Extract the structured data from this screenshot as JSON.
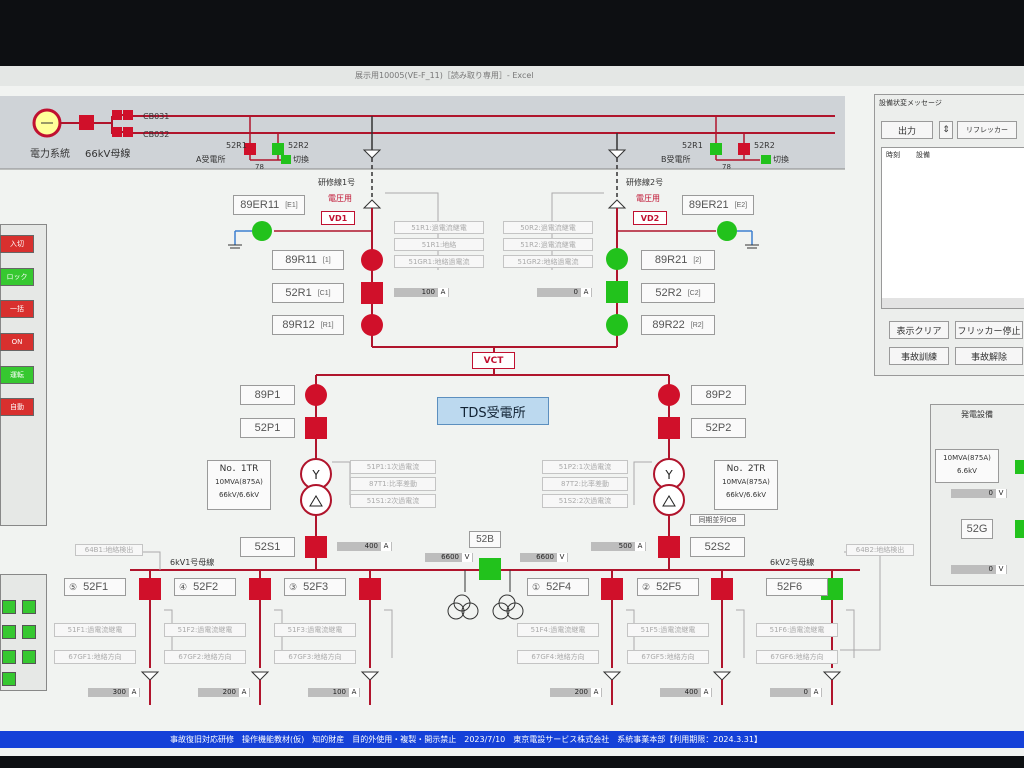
{
  "window": {
    "title": "展示用10005(VE-F_11)［読み取り専用］- Excel"
  },
  "top": {
    "power_system": "電力系統",
    "bus_66kv": "66kV母線",
    "cb031": "CB031",
    "cb032": "CB032",
    "a_sub": "A受電所",
    "b_sub": "B受電所",
    "r1a": "52R1",
    "r2a": "52R2",
    "r1b": "52R1",
    "r2b": "52R2",
    "kiri": "切換",
    "a_val": "78",
    "b_val": "78"
  },
  "lines": {
    "line1": "研修線1号",
    "line2": "研修線2号",
    "vt": "電圧用",
    "vd1": "VD1",
    "vd2": "VD2"
  },
  "left_feed": {
    "er11": "89ER11",
    "er11_tag": "[E1]",
    "r11": "89R11",
    "r11_tag": "[1]",
    "r1": "52R1",
    "r1_tag": "[C1]",
    "r12": "89R12",
    "r12_tag": "[R1]",
    "meter": "100",
    "unit": "A",
    "relays": [
      "51R1:過電流継電",
      "51R1:地絡",
      "51GR1:地絡過電流"
    ]
  },
  "right_feed": {
    "er21": "89ER21",
    "er21_tag": "[E2]",
    "r21": "89R21",
    "r21_tag": "[2]",
    "r2": "52R2",
    "r2_tag": "[C2]",
    "r22": "89R22",
    "r22_tag": "[R2]",
    "meter": "0",
    "unit": "A",
    "relays": [
      "50R2:過電流継電",
      "51R2:過電流継電",
      "51GR2:地絡過電流"
    ]
  },
  "vct": "VCT",
  "tds": "TDS受電所",
  "tr1": {
    "p1": "89P1",
    "p52": "52P1",
    "name": "No．1TR",
    "cap": "10MVA(875A)",
    "volt": "66kV/6.6kV",
    "relays": [
      "51P1:1次過電流",
      "87T1:比率差動",
      "51S1:2次過電流"
    ],
    "s1": "52S1",
    "meter": "400",
    "unit": "A"
  },
  "tr2": {
    "p2": "89P2",
    "p52": "52P2",
    "name": "No．2TR",
    "cap": "10MVA(875A)",
    "volt": "66kV/6.6kV",
    "relays": [
      "51P2:1次過電流",
      "87T2:比率差動",
      "51S2:2次過電流"
    ],
    "s2": "52S2",
    "meter": "500",
    "unit": "A",
    "sync": "同期並列OB"
  },
  "bus": {
    "b1": "6kV1号母線",
    "b2": "6kV2号母線",
    "b52": "52B",
    "v1": "6600",
    "v2": "6600",
    "vu": "V",
    "g1": "64B1:地絡検出",
    "g2": "64B2:地絡検出"
  },
  "feeders": [
    {
      "num": "⑤",
      "name": "52F1",
      "r1": "51F1:過電流継電",
      "r2": "67GF1:地絡方向",
      "meter": "300"
    },
    {
      "num": "④",
      "name": "52F2",
      "r1": "51F2:過電流継電",
      "r2": "67GF2:地絡方向",
      "meter": "200"
    },
    {
      "num": "③",
      "name": "52F3",
      "r1": "51F3:過電流継電",
      "r2": "67GF3:地絡方向",
      "meter": "100"
    },
    {
      "num": "①",
      "name": "52F4",
      "r1": "51F4:過電流継電",
      "r2": "67GF4:地絡方向",
      "meter": "200"
    },
    {
      "num": "②",
      "name": "52F5",
      "r1": "51F5:過電流継電",
      "r2": "67GF5:地絡方向",
      "meter": "400"
    },
    {
      "num": "",
      "name": "52F6",
      "r1": "51F6:過電流継電",
      "r2": "67GF6:地絡方向",
      "meter": "0"
    }
  ],
  "left_buttons": [
    "入切",
    "ロック",
    "一括",
    "ON",
    "運転",
    "自動"
  ],
  "panel": {
    "title": "設備状変メッセージ",
    "out": "出力",
    "ricker": "リフレッカー",
    "col_time": "時刻",
    "col_equip": "設備",
    "clear": "表示クリア",
    "flicker_stop": "フリッカー停止",
    "fault_train": "事故訓練",
    "fault_release": "事故解除"
  },
  "gen": {
    "title": "発電設備",
    "cap": "10MVA(875A)",
    "volt": "6.6kV",
    "v": "0",
    "vu": "V",
    "g": "52G",
    "v2": "0"
  },
  "status": "事故復旧対応研修　操作機能教材(仮)　知的財産　目的外使用・複製・開示禁止　2023/7/10　東京電設サービス株式会社　系統事業本部【利用期限：2024.3.31】",
  "colors": {
    "red": "#d0102a",
    "green": "#22c21c",
    "bus": "#b0142c"
  }
}
